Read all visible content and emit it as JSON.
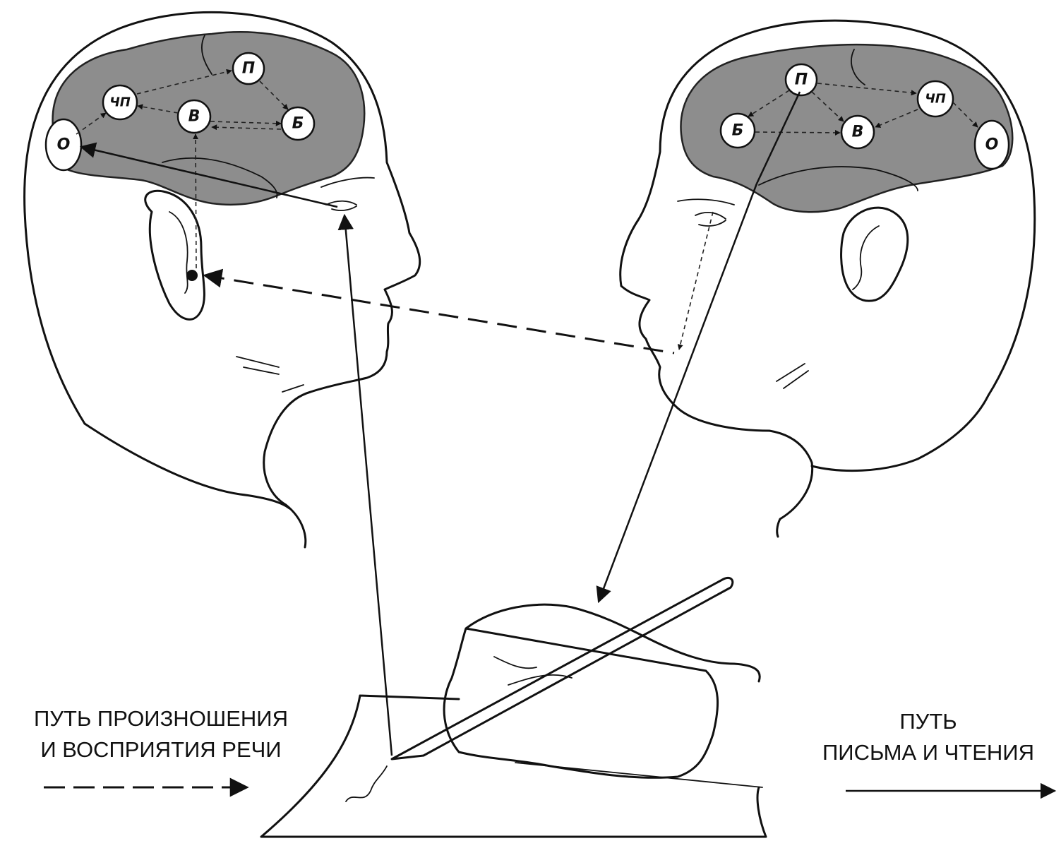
{
  "legend": {
    "speech_path": {
      "line1": "ПУТЬ ПРОИЗНОШЕНИЯ",
      "line2": "И ВОСПРИЯТИЯ РЕЧИ",
      "line_style": "dashed"
    },
    "writing_path": {
      "line1": "ПУТЬ",
      "line2": "ПИСЬМА И ЧТЕНИЯ",
      "line_style": "solid"
    }
  },
  "left_head": {
    "nodes": {
      "p": "П",
      "chp": "ЧП",
      "v": "В",
      "b": "Б",
      "o": "О"
    }
  },
  "right_head": {
    "nodes": {
      "p": "П",
      "chp": "ЧП",
      "v": "В",
      "b": "Б",
      "o": "О"
    }
  },
  "colors": {
    "ink": "#111111",
    "brain_fill": "#8d8d8d",
    "paper": "#ffffff"
  }
}
